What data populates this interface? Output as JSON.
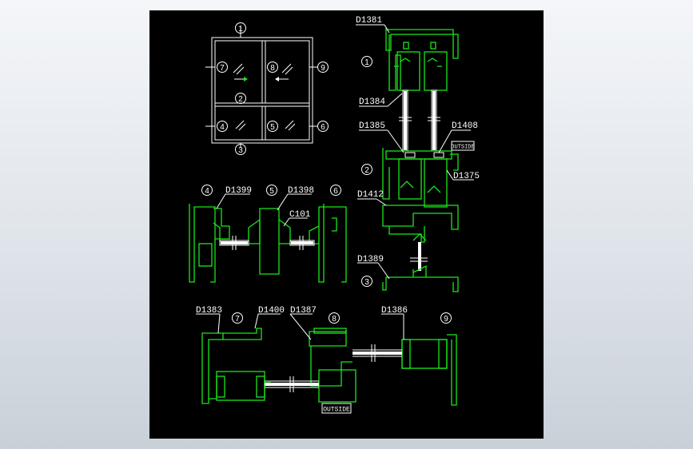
{
  "drawing": {
    "elevation_markers": [
      "1",
      "2",
      "3",
      "4",
      "5",
      "6",
      "7",
      "8",
      "9"
    ],
    "codes": {
      "d1381": "D1381",
      "d1384": "D1384",
      "d1385": "D1385",
      "d1408": "D1408",
      "d1375": "D1375",
      "d1412": "D1412",
      "d1389": "D1389",
      "d1399": "D1399",
      "d1398": "D1398",
      "c101": "C101",
      "d1383": "D1383",
      "d1400": "D1400",
      "d1387": "D1387",
      "d1386": "D1386"
    },
    "outside_tag_1": "OUTSIDE",
    "outside_tag_2": "OUTSIDE"
  },
  "colors": {
    "background": "#000000",
    "profile_green": "#19e619",
    "annotation_white": "#ffffff"
  }
}
